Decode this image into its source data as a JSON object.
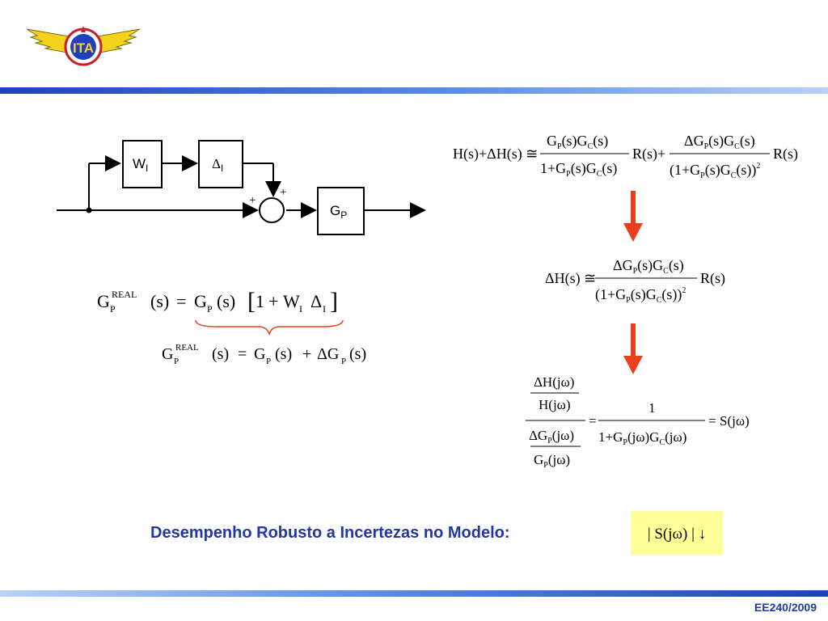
{
  "slide": {
    "footer": "EE240/2009",
    "logo_text": "ITA",
    "robust_caption": "Desempenho Robusto a Incertezas no Modelo:",
    "colors": {
      "accent_blue": "#1f3fbf",
      "arrow_red": "#e8401c",
      "highlight": "#ffff99",
      "brace": "#e8401c"
    }
  },
  "diagram": {
    "block_W": "W",
    "block_W_sub": "I",
    "block_Delta": "Δ",
    "block_Delta_sub": "I",
    "block_G": "G",
    "block_G_sub": "P",
    "plus_left": "+",
    "plus_top": "+"
  },
  "equations": {
    "gp_real": {
      "G": "G",
      "P": "P",
      "REAL": "REAL",
      "lhs_arg": "(s)",
      "eq": "=",
      "Gp": "G",
      "Psub": "P",
      "arg": "(s)",
      "lbr": "[",
      "one": "1",
      "plus": "+",
      "W": "W",
      "Isub": "I",
      "D": "Δ",
      "Isub2": "I",
      "rbr": "]"
    },
    "gp_real2": {
      "G": "G",
      "P": "P",
      "REAL": "REAL",
      "lhs_arg": "(s)",
      "eq": "=",
      "Gp": "G",
      "Psub": "P",
      "arg": "(s)",
      "plus": "+",
      "DG": "ΔG",
      "Psub2": "P",
      "arg2": "(s)"
    },
    "eq_H": {
      "lhs": "H(s)+ΔH(s) ≅",
      "f1_num": "G",
      "f1_num_p": "P",
      "f1_num_mid": "(s)G",
      "f1_num_c": "C",
      "f1_num_end": "(s)",
      "f1_den_a": "1+G",
      "f1_den_p": "P",
      "f1_den_mid": "(s)G",
      "f1_den_c": "C",
      "f1_den_end": "(s)",
      "mid": "R(s)+",
      "f2_num": "ΔG",
      "f2_num_p": "P",
      "f2_num_mid": "(s)G",
      "f2_num_c": "C",
      "f2_num_end": "(s)",
      "f2_den_a": "(1+G",
      "f2_den_p": "P",
      "f2_den_mid": "(s)G",
      "f2_den_c": "C",
      "f2_den_end": "(s))",
      "f2_exp": "2",
      "end": "R(s)"
    },
    "eq_dH": {
      "lhs": "ΔH(s) ≅",
      "num": "ΔG",
      "num_p": "P",
      "num_mid": "(s)G",
      "num_c": "C",
      "num_end": "(s)",
      "den_a": "(1+G",
      "den_p": "P",
      "den_mid": "(s)G",
      "den_c": "C",
      "den_end": "(s))",
      "exp": "2",
      "end": "R(s)"
    },
    "eq_S": {
      "top_num": "ΔH(jω)",
      "top_den": "H(jω)",
      "bot_num_a": "ΔG",
      "bot_num_p": "P",
      "bot_num_end": "(jω)",
      "bot_den_a": "G",
      "bot_den_p": "P",
      "bot_den_end": "(jω)",
      "eq1": "=",
      "frac_num": "1",
      "frac_den_a": "1+G",
      "frac_den_p": "P",
      "frac_den_mid": "(jω)G",
      "frac_den_c": "C",
      "frac_den_end": "(jω)",
      "eq2": "=",
      "rhs": "S(jω)"
    },
    "sens": {
      "text": "| S(jω) | ↓"
    }
  }
}
